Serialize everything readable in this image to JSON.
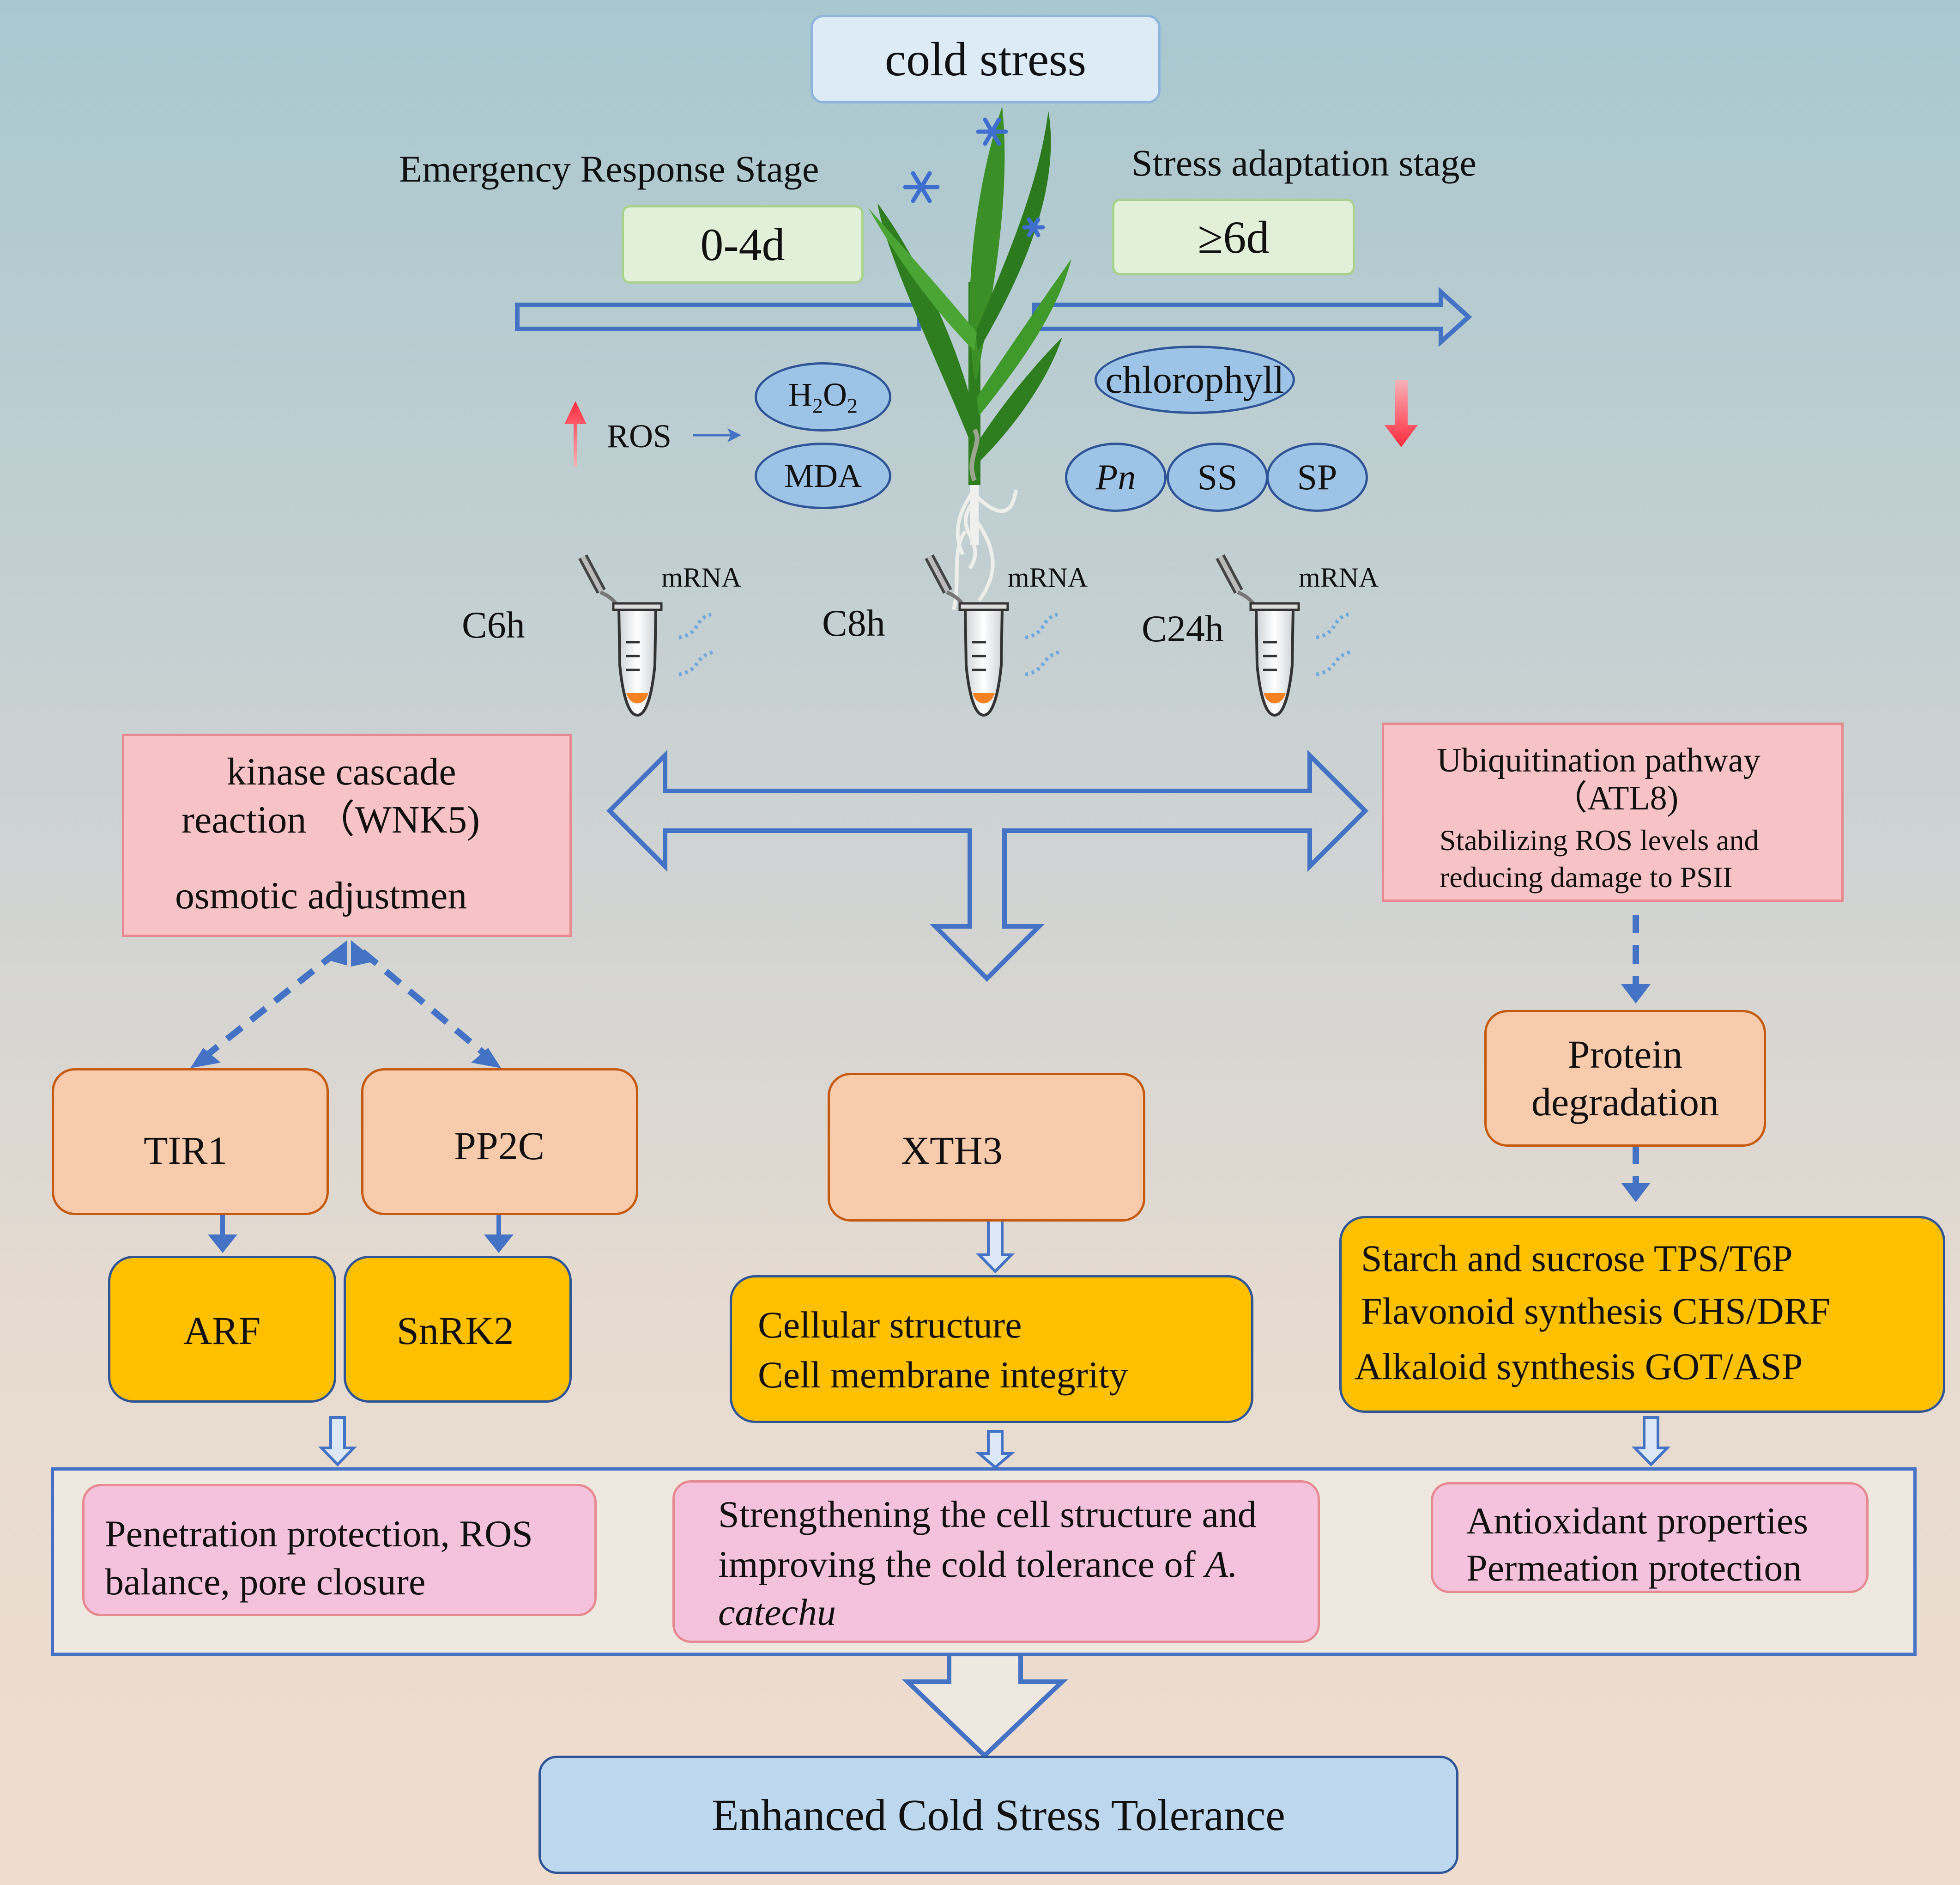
{
  "top": {
    "cold_stress": "cold stress"
  },
  "stages": {
    "emergency_label": "Emergency Response Stage",
    "emergency_time": "0-4d",
    "adaptation_label": "Stress adaptation stage",
    "adaptation_time": "≥6d"
  },
  "physiology": {
    "ros": "ROS",
    "h2o2_main": "H",
    "h2o2_sub1": "2",
    "h2o2_mid": "O",
    "h2o2_sub2": "2",
    "mda": "MDA",
    "chlorophyll": "chlorophyll",
    "pn": "Pn",
    "ss": "SS",
    "sp": "SP"
  },
  "samples": [
    {
      "time": "C6h",
      "mrna": "mRNA"
    },
    {
      "time": "C8h",
      "mrna": "mRNA"
    },
    {
      "time": "C24h",
      "mrna": "mRNA"
    }
  ],
  "pathways": {
    "kinase_line1": "kinase cascade",
    "kinase_line2": "reaction （WNK5)",
    "osmotic": "osmotic adjustmen",
    "ubiq_line1": "Ubiquitination pathway",
    "ubiq_line2": "（ATL8)",
    "ubiq_line3": "Stabilizing ROS levels and",
    "ubiq_line4": "reducing damage to PSII"
  },
  "genes": {
    "tir1": "TIR1",
    "pp2c": "PP2C",
    "xth3": "XTH3",
    "protein_line1": "Protein",
    "protein_line2": "degradation",
    "arf": "ARF",
    "snrk2": "SnRK2"
  },
  "effects": {
    "cell_structure": "Cellular structure",
    "membrane": "Cell membrane integrity",
    "starch": "Starch and sucrose TPS/T6P",
    "flavonoid": "Flavonoid synthesis  CHS/DRF",
    "alkaloid": "Alkaloid synthesis GOT/ASP"
  },
  "outcomes": {
    "left_line1": "Penetration protection, ROS",
    "left_line2": "balance, pore closure",
    "mid_line1": "Strengthening the cell structure and",
    "mid_line2_a": "improving the cold tolerance of ",
    "mid_line2_b": "A.",
    "mid_line3": "catechu",
    "right_line1": "Antioxidant properties",
    "right_line2": "Permeation protection"
  },
  "final": {
    "label": "Enhanced Cold Stress Tolerance"
  },
  "colors": {
    "arrow_blue": "#4472c4",
    "up_arrow": "#ff3b4b",
    "plus": "#ff0000",
    "leaf_green": "#2e7d1f"
  }
}
